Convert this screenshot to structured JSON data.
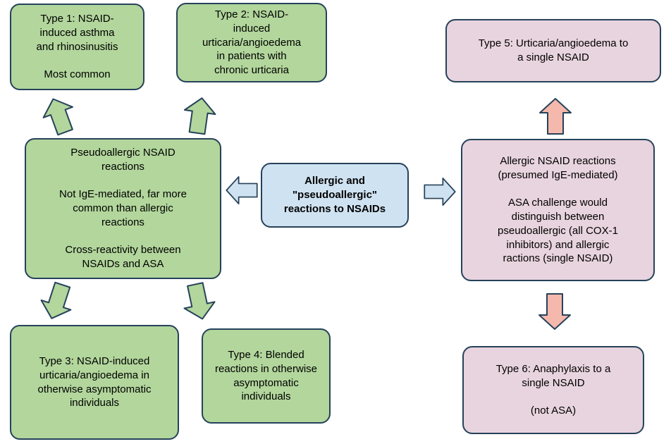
{
  "colors": {
    "green": "#b2d69c",
    "blue": "#cfe2f1",
    "pink": "#e8d4de",
    "salmon": "#f4b9ac",
    "border": "#26425a"
  },
  "boxes": {
    "type1": {
      "text": "Type 1: NSAID-\ninduced asthma\nand rhinosinusitis\n\nMost common"
    },
    "type2": {
      "text": "Type 2: NSAID-\ninduced\nurticaria/angioedema\nin patients with\nchronic urticaria"
    },
    "type5": {
      "text": "Type 5: Urticaria/angioedema to\na single NSAID"
    },
    "pseudoallergic": {
      "text": "Pseudoallergic NSAID\nreactions\n\nNot IgE-mediated, far more\ncommon than allergic\nreactions\n\nCross-reactivity between\nNSAIDs and ASA"
    },
    "center": {
      "text": "Allergic and\n\"pseudoallergic\"\nreactions to NSAIDs"
    },
    "allergic": {
      "text": "Allergic NSAID reactions\n(presumed IgE-mediated)\n\nASA challenge would\ndistinguish between\npseudoallergic (all COX-1\ninhibitors) and allergic\nractions (single NSAID)"
    },
    "type3": {
      "text": "Type 3: NSAID-induced\nurticaria/angioedema in\notherwise asymptomatic\nindividuals"
    },
    "type4": {
      "text": "Type 4: Blended\nreactions in otherwise\nasymptomatic\nindividuals"
    },
    "type6": {
      "text": "Type 6: Anaphylaxis to a\nsingle NSAID\n\n(not ASA)"
    }
  }
}
